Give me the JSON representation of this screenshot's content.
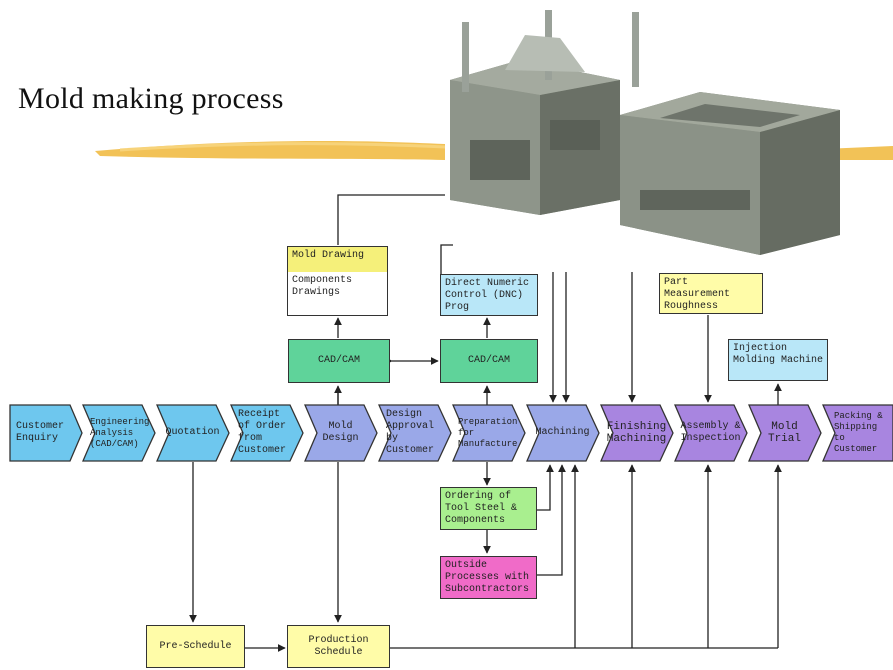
{
  "title": "Mold making process",
  "colors": {
    "blue": "#6ec7ee",
    "periwinkle": "#9aa8e8",
    "purple": "#a885e0",
    "green": "#5fd39a",
    "yellow": "#f5f07a",
    "lightyellow": "#fffca8",
    "lightblue": "#b9e7f8",
    "pink": "#f06bc8",
    "lightgreen": "#a9ef8f",
    "accent_stroke": "#f0b73a"
  },
  "flow": [
    {
      "id": "customer-enquiry",
      "label": "Customer Enquiry"
    },
    {
      "id": "engineering-analysis",
      "label": "Engineering Analysis (CAD/CAM)"
    },
    {
      "id": "quotation",
      "label": "Quotation"
    },
    {
      "id": "receipt-of-order",
      "label": "Receipt of Order from Customer"
    },
    {
      "id": "mold-design",
      "label": "Mold Design"
    },
    {
      "id": "design-approval",
      "label": "Design Approval by Customer"
    },
    {
      "id": "preparation",
      "label": "Preparation for Manufacture"
    },
    {
      "id": "machining",
      "label": "Machining"
    },
    {
      "id": "finishing-machining",
      "label": "Finishing Machining"
    },
    {
      "id": "assembly-inspection",
      "label": "Assembly & Inspection"
    },
    {
      "id": "mold-trial",
      "label": "Mold Trial"
    },
    {
      "id": "packing-shipping",
      "label": "Packing & Shipping to Customer"
    }
  ],
  "boxes": {
    "mold_drawing": "Mold Drawing",
    "components_drawings": "Components Drawings",
    "cadcam_left": "CAD/CAM",
    "cadcam_right": "CAD/CAM",
    "dnc_prog": "Direct Numeric Control (DNC) Prog",
    "part_measurement": "Part Measurement Roughness Test,etc",
    "injection_molding": "Injection Molding Machine",
    "ordering_tool_steel": "Ordering of Tool Steel & Components",
    "outside_processes": "Outside Processes with Subcontractors",
    "pre_schedule": "Pre-Schedule",
    "production_schedule": "Production Schedule"
  }
}
